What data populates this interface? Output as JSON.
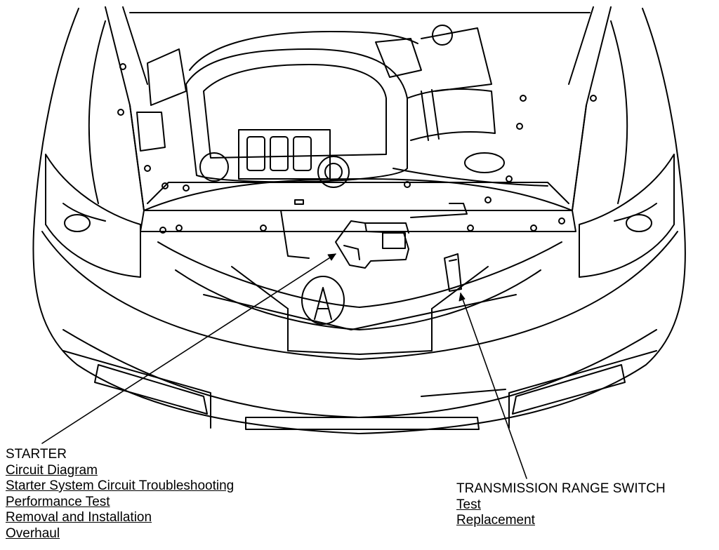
{
  "illustration": {
    "subject": "vehicle-front-engine-compartment",
    "line_color": "#000000",
    "background": "#ffffff"
  },
  "starter": {
    "title": "STARTER",
    "links": [
      "Circuit Diagram",
      "Starter System Circuit Troubleshooting",
      "Performance Test",
      "Removal and Installation",
      "Overhaul"
    ]
  },
  "transmission_range_switch": {
    "title": "TRANSMISSION RANGE SWITCH",
    "links": [
      "Test",
      "Replacement"
    ]
  }
}
